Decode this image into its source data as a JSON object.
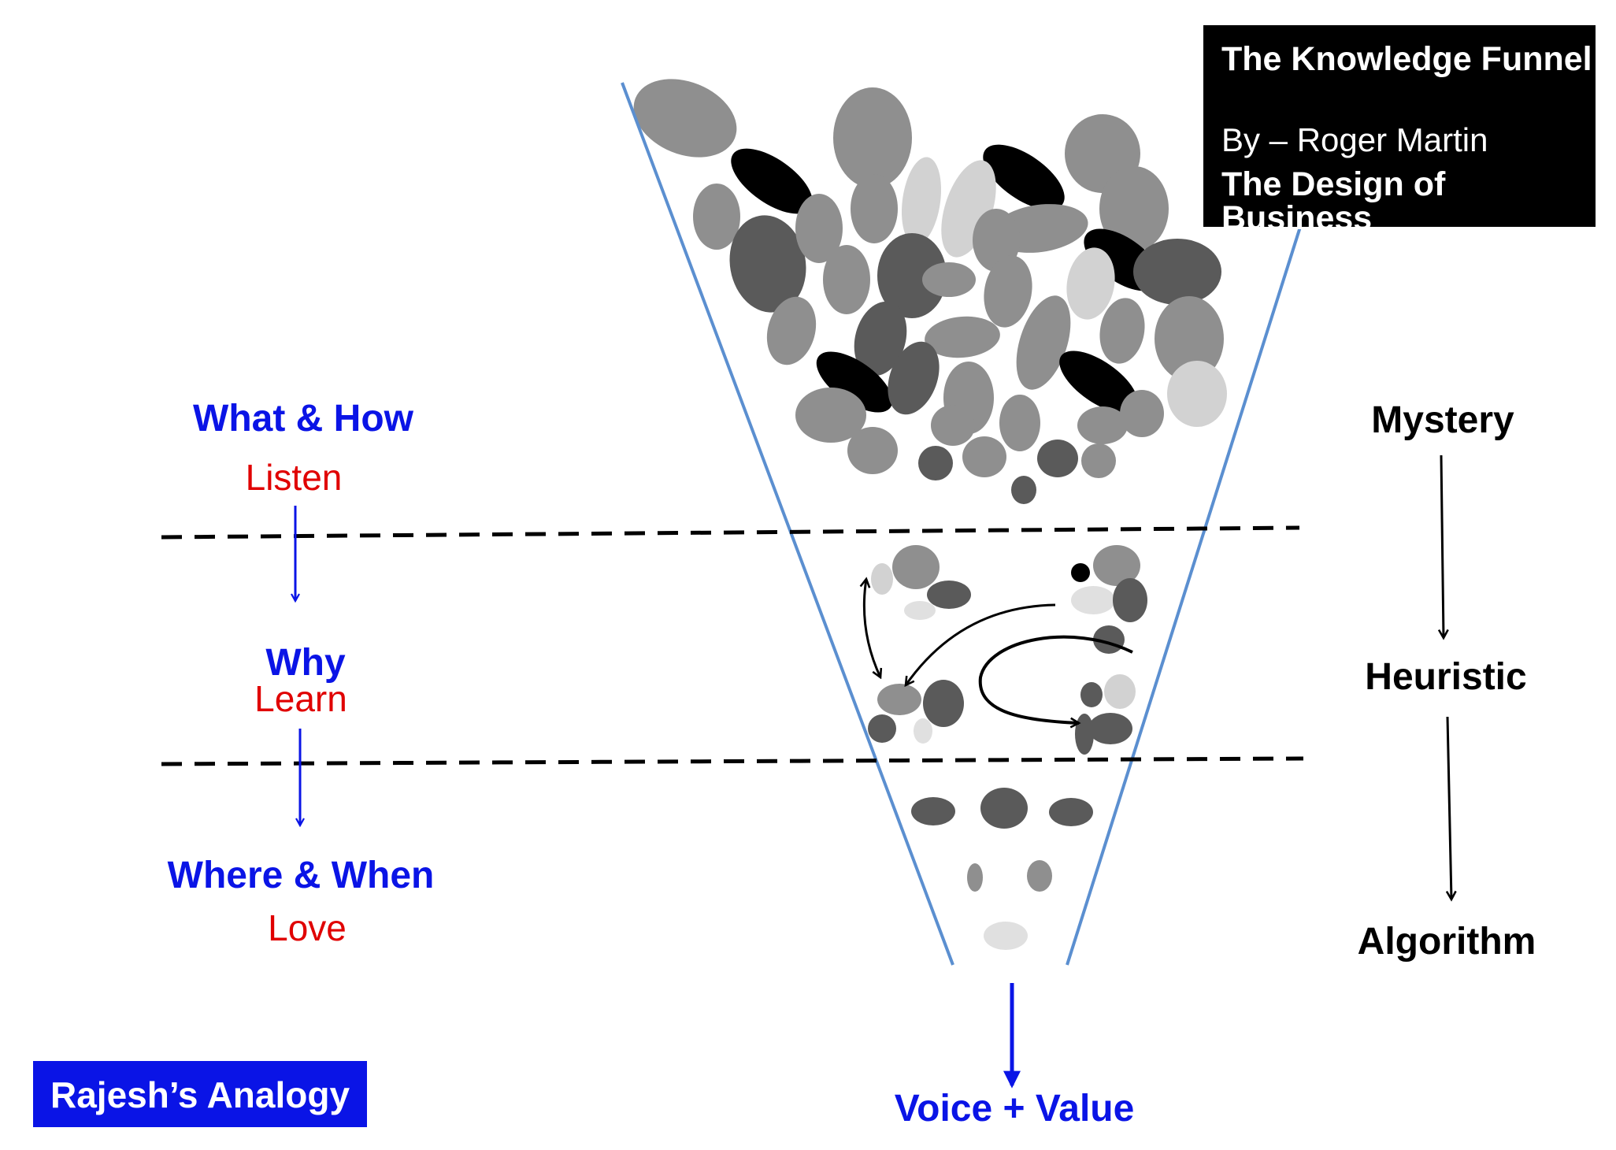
{
  "title_box": {
    "title": "The Knowledge Funnel",
    "author": "By – Roger Martin",
    "book": "The Design of Business"
  },
  "left_stages": [
    {
      "question": "What & How",
      "action": "Listen"
    },
    {
      "question": "Why",
      "action": "Learn"
    },
    {
      "question": "Where & When",
      "action": "Love"
    }
  ],
  "right_stages": [
    "Mystery",
    "Heuristic",
    "Algorithm"
  ],
  "output_label": "Voice + Value",
  "analogy_label": "Rajesh’s Analogy",
  "colors": {
    "funnel_line": "#5b8fd0",
    "question_text": "#0a14e6",
    "action_text": "#e00000",
    "title_box_bg": "#000000",
    "analogy_box_bg": "#0a14e6"
  }
}
